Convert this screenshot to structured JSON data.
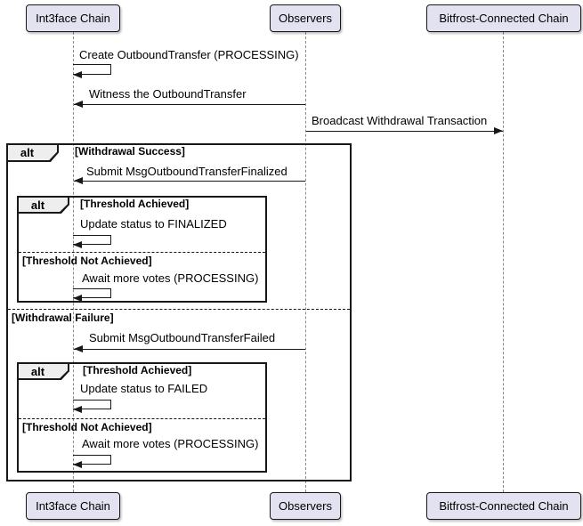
{
  "participants": [
    {
      "name": "Int3face Chain"
    },
    {
      "name": "Observers"
    },
    {
      "name": "Bitfrost-Connected Chain"
    }
  ],
  "messages": [
    {
      "text": "Create OutboundTransfer (PROCESSING)",
      "from": "Int3face Chain",
      "to": "Int3face Chain",
      "kind": "self"
    },
    {
      "text": "Witness the OutboundTransfer",
      "from": "Observers",
      "to": "Int3face Chain",
      "kind": "arrow"
    },
    {
      "text": "Broadcast Withdrawal Transaction",
      "from": "Observers",
      "to": "Bitfrost-Connected Chain",
      "kind": "arrow"
    },
    {
      "text": "Submit MsgOutboundTransferFinalized",
      "from": "Observers",
      "to": "Int3face Chain",
      "kind": "arrow"
    },
    {
      "text": "Update status to FINALIZED",
      "from": "Int3face Chain",
      "to": "Int3face Chain",
      "kind": "self"
    },
    {
      "text": "Await more votes (PROCESSING)",
      "from": "Int3face Chain",
      "to": "Int3face Chain",
      "kind": "self"
    },
    {
      "text": "Submit MsgOutboundTransferFailed",
      "from": "Observers",
      "to": "Int3face Chain",
      "kind": "arrow"
    },
    {
      "text": "Update status to FAILED",
      "from": "Int3face Chain",
      "to": "Int3face Chain",
      "kind": "self"
    },
    {
      "text": "Await more votes (PROCESSING)",
      "from": "Int3face Chain",
      "to": "Int3face Chain",
      "kind": "self"
    }
  ],
  "fragments": {
    "outer": {
      "operator": "alt",
      "guards": [
        "[Withdrawal Success]",
        "[Withdrawal Failure]"
      ]
    },
    "inner_success": {
      "operator": "alt",
      "guards": [
        "[Threshold Achieved]",
        "[Threshold Not Achieved]"
      ]
    },
    "inner_failure": {
      "operator": "alt",
      "guards": [
        "[Threshold Achieved]",
        "[Threshold Not Achieved]"
      ]
    }
  },
  "colors": {
    "participant_fill": "#E2E2F0",
    "participant_border": "#181818",
    "frame_border": "#181818",
    "operator_fill": "#EEEEEE",
    "lifeline": "#8A8A8A",
    "arrow": "#181818",
    "background": "#FFFFFF"
  }
}
